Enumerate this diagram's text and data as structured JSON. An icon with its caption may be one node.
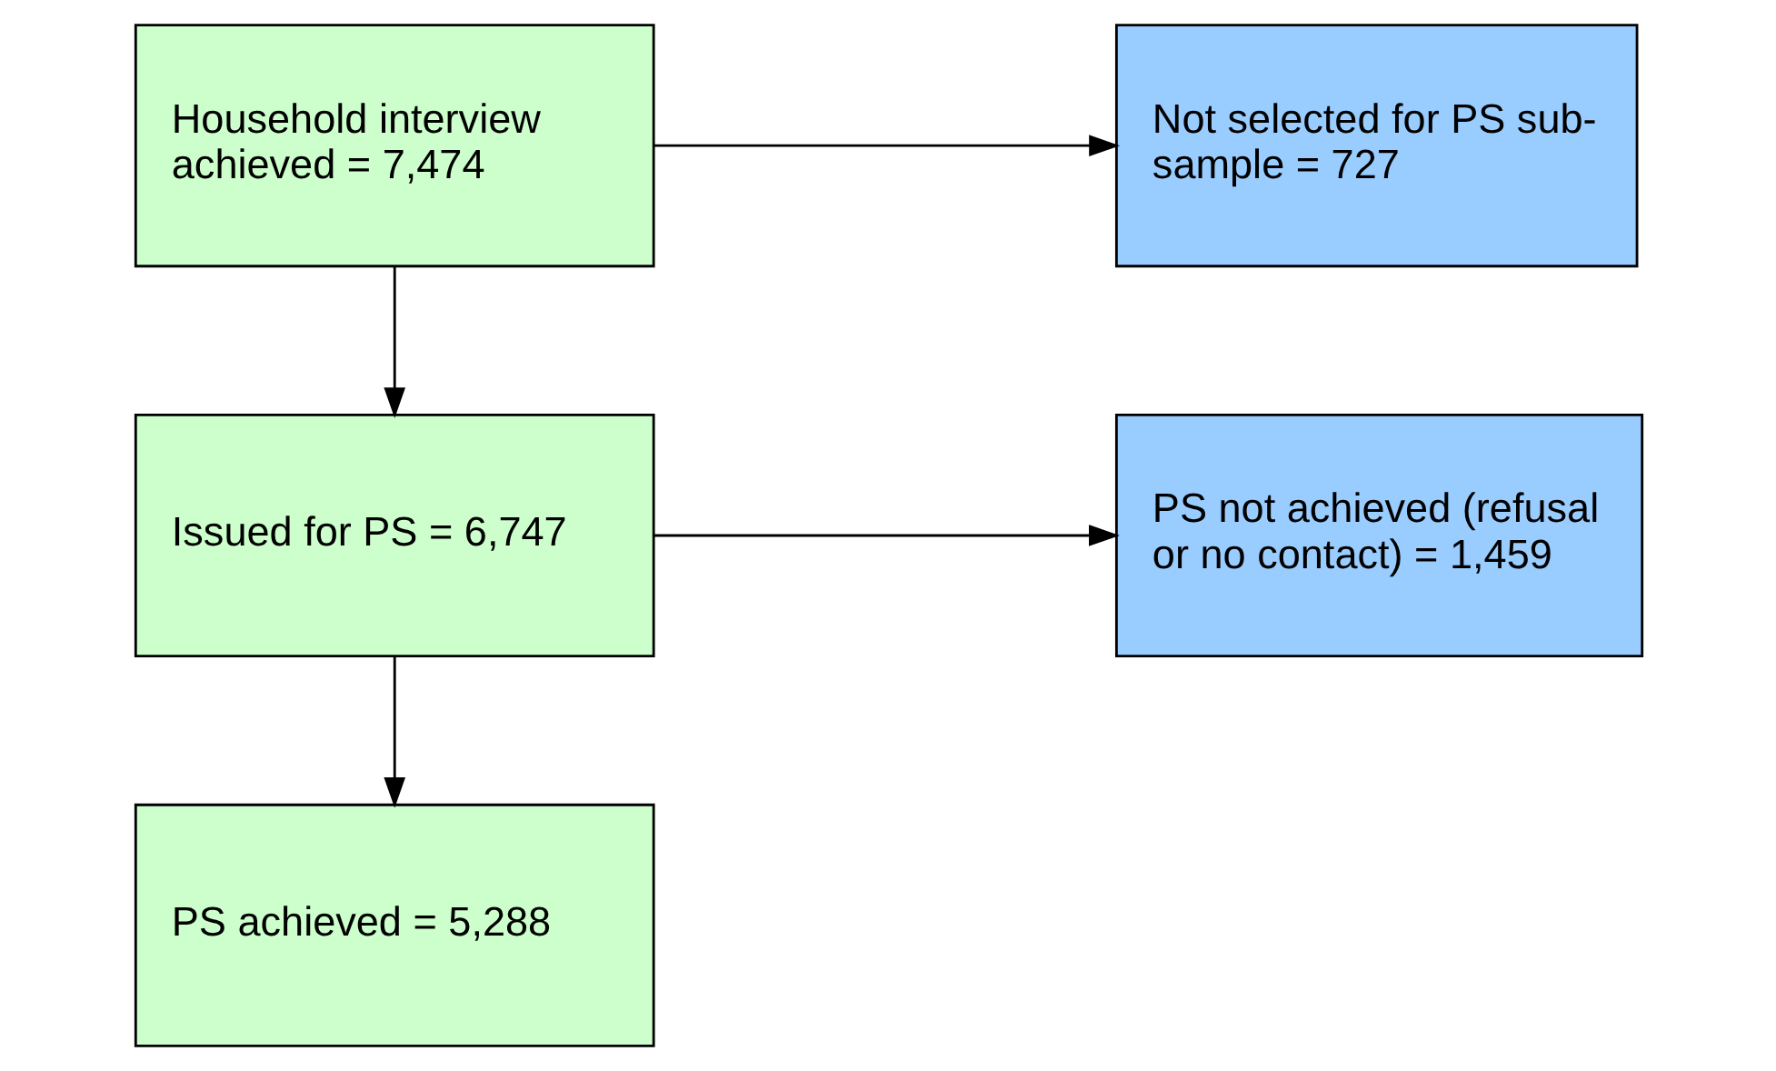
{
  "diagram": {
    "nodes": [
      {
        "text": [
          "Household interview achieved = 7,474"
        ]
      },
      {
        "text": [
          "Not selected for PS sub-sample = 727"
        ]
      },
      {
        "text": [
          "Issued for PS = 6,747"
        ]
      },
      {
        "text": [
          "PS not achieved (refusal or no contact) = 1,459"
        ]
      },
      {
        "text": [
          "PS achieved = 5,288"
        ]
      }
    ],
    "edges": [
      {
        "from": 0,
        "to": 1,
        "arrow": "to"
      },
      {
        "from": 0,
        "to": 2,
        "arrow": "to"
      },
      {
        "from": 2,
        "to": 3,
        "arrow": "to"
      },
      {
        "from": 2,
        "to": 4,
        "arrow": "to"
      }
    ]
  }
}
